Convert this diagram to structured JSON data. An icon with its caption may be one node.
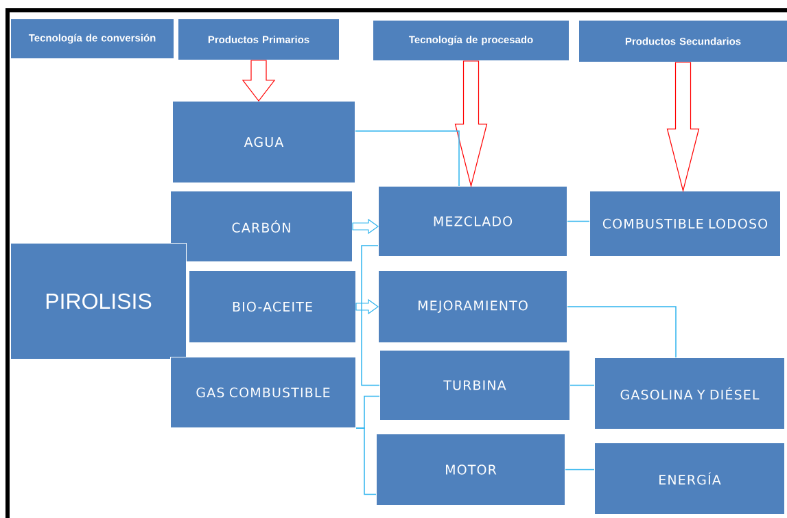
{
  "diagram": {
    "nodes": [
      {
        "text": [
          "Tecnología de conversión"
        ]
      },
      {
        "text": [
          "Productos Primarios"
        ]
      },
      {
        "text": [
          "Tecnología de procesado"
        ]
      },
      {
        "text": [
          "Productos Secundarios"
        ]
      },
      {
        "text": [
          "AGUA"
        ]
      },
      {
        "text": [
          "CARBÓN"
        ]
      },
      {
        "text": [
          "MEZCLADO"
        ]
      },
      {
        "text": [
          "COMBUSTIBLE LODOSO"
        ]
      },
      {
        "text": [
          "PIROLISIS"
        ]
      },
      {
        "text": [
          "BIO-ACEITE"
        ]
      },
      {
        "text": [
          "MEJORAMIENTO"
        ]
      },
      {
        "text": [
          "GAS COMBUSTIBLE"
        ]
      },
      {
        "text": [
          "TURBINA"
        ]
      },
      {
        "text": [
          "GASOLINA Y DIÉSEL"
        ]
      },
      {
        "text": [
          "MOTOR"
        ]
      },
      {
        "text": [
          "ENERGÍA"
        ]
      }
    ],
    "edges": [
      {
        "from": 1,
        "to": 4,
        "arrow": "to",
        "color": "#ff0000"
      },
      {
        "from": 2,
        "to": 6,
        "arrow": "to",
        "color": "#ff0000"
      },
      {
        "from": 3,
        "to": 7,
        "arrow": "to",
        "color": "#ff0000"
      },
      {
        "from": 4,
        "to": 6,
        "arrow": "none"
      },
      {
        "from": 5,
        "to": 6,
        "arrow": "to"
      },
      {
        "from": 9,
        "to": 10,
        "arrow": "to"
      },
      {
        "from": 6,
        "to": 12,
        "arrow": "none"
      },
      {
        "from": 11,
        "to": 12,
        "arrow": "none"
      },
      {
        "from": 11,
        "to": 14,
        "arrow": "none"
      },
      {
        "from": 6,
        "to": 7,
        "arrow": "none"
      },
      {
        "from": 10,
        "to": 13,
        "arrow": "none"
      },
      {
        "from": 12,
        "to": 13,
        "arrow": "none"
      },
      {
        "from": 14,
        "to": 15,
        "arrow": "none"
      }
    ]
  }
}
